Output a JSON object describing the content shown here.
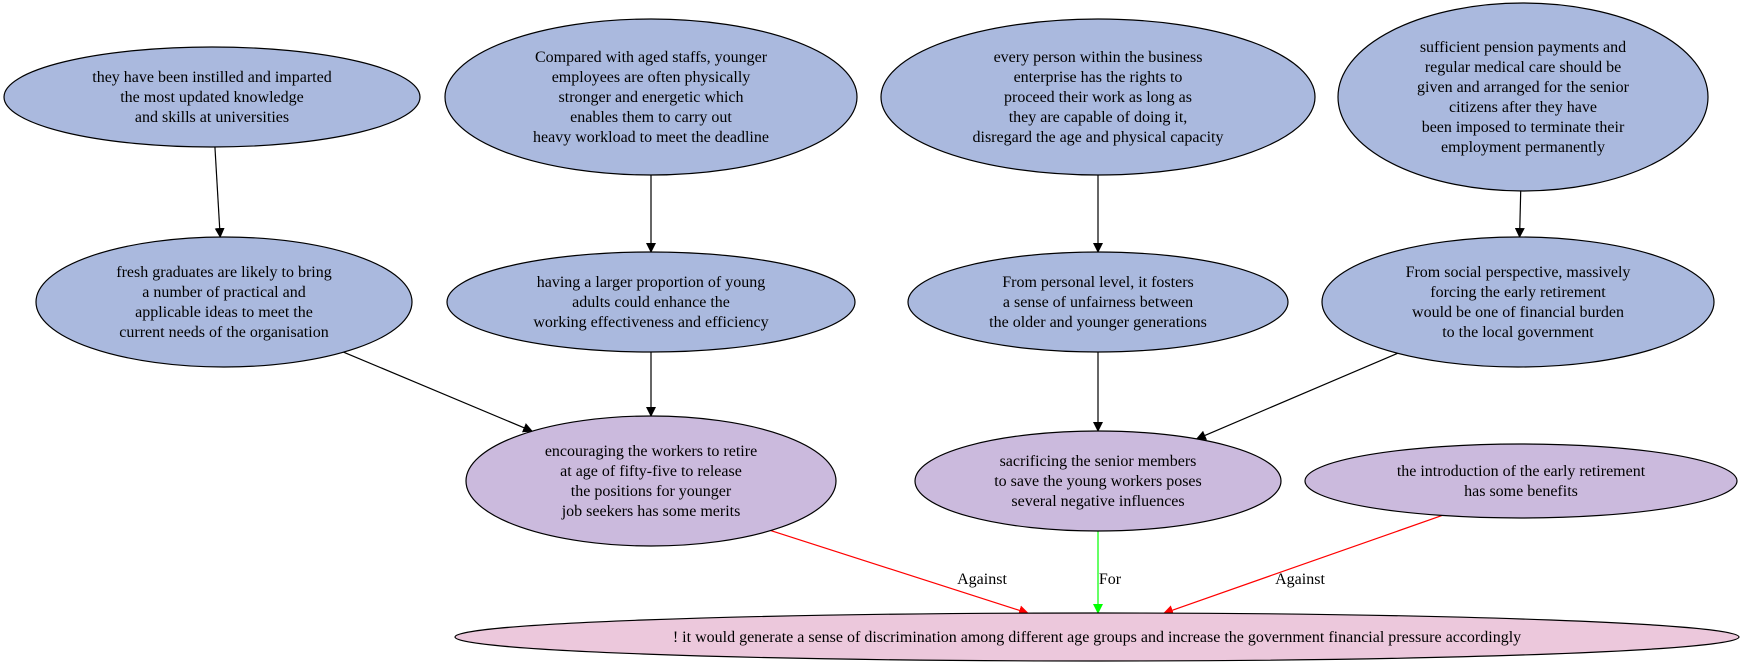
{
  "colors": {
    "premise": "#aab9de",
    "sub_claim": "#cbbadd",
    "main_claim": "#ecc8dc",
    "stroke": "#000000",
    "support_edge": "#000000",
    "against_edge": "#ff0000",
    "for_edge": "#00ff00"
  },
  "nodes": {
    "n1": [
      "they have been instilled and imparted",
      "the most updated knowledge",
      "and skills at universities"
    ],
    "n2": [
      "Compared with aged staffs, younger",
      "employees are often physically",
      "stronger and energetic which",
      "enables them to carry out",
      "heavy workload to meet the deadline"
    ],
    "n3": [
      "every person within the business",
      "enterprise has the rights to",
      "proceed their work as long as",
      "they are capable of doing it,",
      "disregard the age and physical capacity"
    ],
    "n4": [
      "sufficient pension payments and",
      "regular medical care should be",
      "given and arranged for the senior",
      "citizens after they have",
      "been imposed to terminate their",
      "employment permanently"
    ],
    "n5": [
      "fresh graduates are likely to bring",
      "a number of practical and",
      "applicable ideas to meet the",
      "current needs of the organisation"
    ],
    "n6": [
      "having a larger proportion of young",
      "adults could enhance the",
      "working effectiveness and efficiency"
    ],
    "n7": [
      "From personal level, it fosters",
      "a sense of unfairness between",
      "the older and younger generations"
    ],
    "n8": [
      "From social perspective, massively",
      "forcing the early retirement",
      "would be one of financial burden",
      "to the local government"
    ],
    "n9": [
      "encouraging the workers to retire",
      "at age of fifty-five to release",
      "the positions for younger",
      "job seekers has some merits"
    ],
    "n10": [
      "sacrificing the senior members",
      "to save the young workers poses",
      "several negative influences"
    ],
    "n11": [
      "the introduction of the early retirement",
      "has some benefits"
    ],
    "n12": [
      "! it would generate a sense of discrimination among different age groups and increase the government financial pressure accordingly"
    ]
  },
  "edge_labels": {
    "e9_12": "Against",
    "e10_12": "For",
    "e11_12": "Against"
  }
}
